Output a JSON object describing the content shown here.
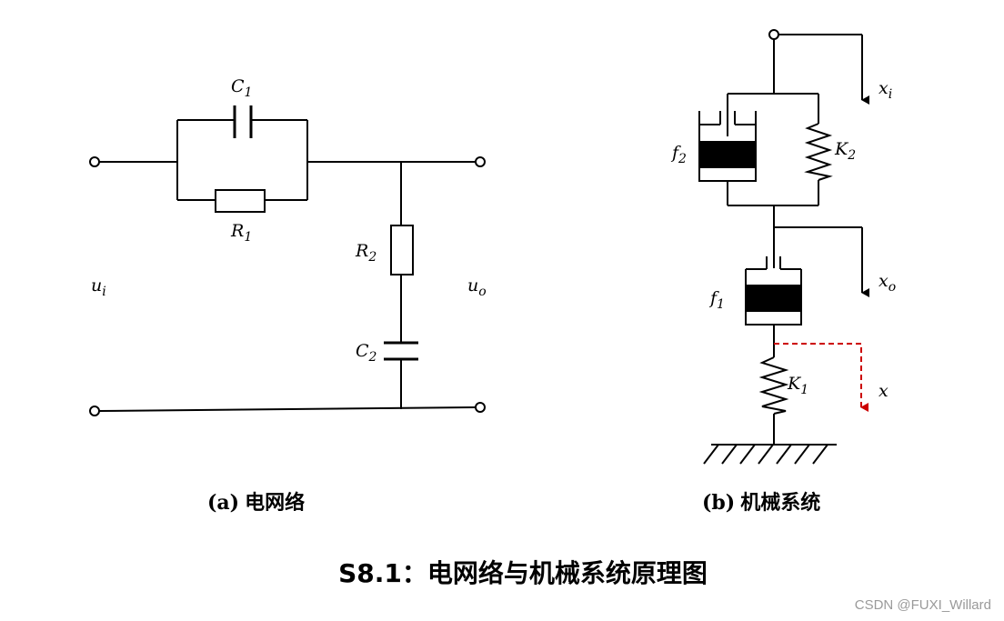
{
  "circuit_a": {
    "input_label": "u",
    "input_sub": "i",
    "output_label": "u",
    "output_sub": "o",
    "C1": {
      "sym": "C",
      "sub": "1"
    },
    "R1": {
      "sym": "R",
      "sub": "1"
    },
    "R2": {
      "sym": "R",
      "sub": "2"
    },
    "C2": {
      "sym": "C",
      "sub": "2"
    },
    "caption_letter": "(a)",
    "caption_text": "电网络"
  },
  "mechanical_b": {
    "f2": {
      "sym": "f",
      "sub": "2"
    },
    "K2": {
      "sym": "K",
      "sub": "2"
    },
    "f1": {
      "sym": "f",
      "sub": "1"
    },
    "K1": {
      "sym": "K",
      "sub": "1"
    },
    "xi": {
      "sym": "x",
      "sub": "i"
    },
    "xo": {
      "sym": "x",
      "sub": "o"
    },
    "x": {
      "sym": "x"
    },
    "caption_letter": "(b)",
    "caption_text": "机械系统"
  },
  "figure_title": "S8.1：电网络与机械系统原理图",
  "watermark": "CSDN @FUXI_Willard",
  "colors": {
    "line": "#000000",
    "dashed_arrow": "#cc0000",
    "watermark": "#9a9a9a"
  }
}
